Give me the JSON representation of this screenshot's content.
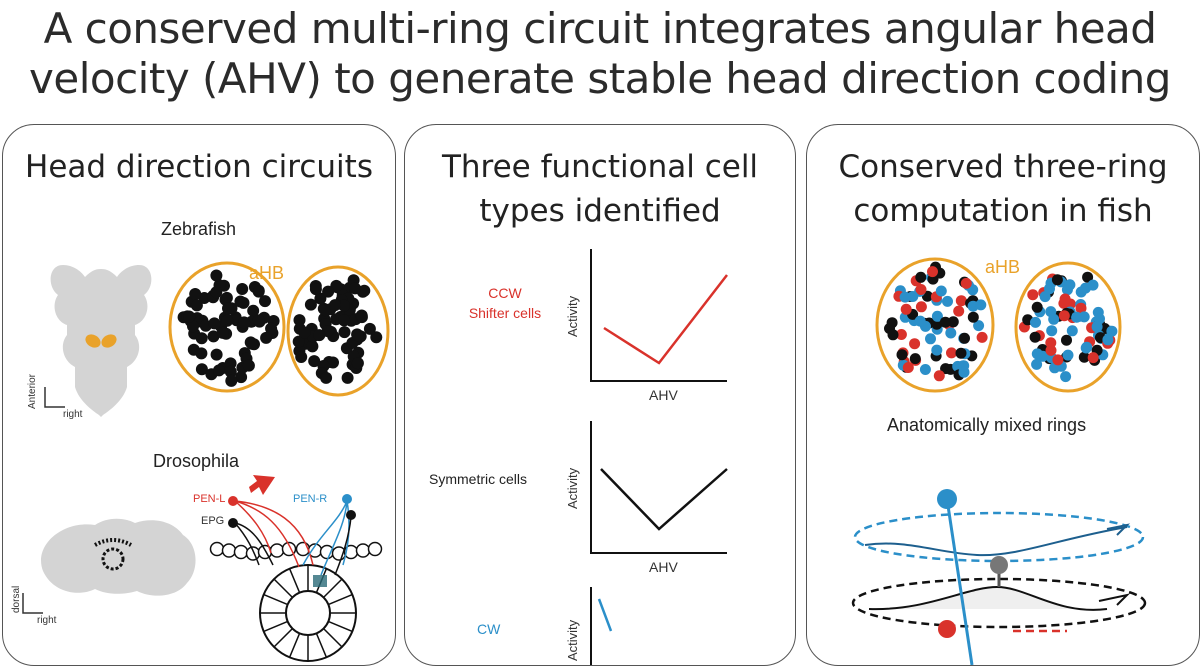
{
  "title": {
    "line1": "A conserved multi-ring circuit integrates angular head",
    "line2": "velocity (AHV) to generate stable head direction coding"
  },
  "panels": [
    {
      "title": "Head direction circuits",
      "zebrafish_label": "Zebrafish",
      "ahb_label": "aHB",
      "axis_anterior": "Anterior",
      "axis_right": "right",
      "drosophila_label": "Drosophila",
      "pen_l": "PEN-L",
      "pen_r": "PEN-R",
      "epg": "EPG",
      "axis_dorsal": "dorsal",
      "axis_right2": "right"
    },
    {
      "title_line1": "Three functional cell",
      "title_line2": "types identified",
      "cell_types": [
        {
          "label_line1": "CCW",
          "label_line2": "Shifter cells",
          "color": "#d9322b",
          "ylabel": "Activity",
          "xlabel": "AHV"
        },
        {
          "label_line1": "Symmetric cells",
          "label_line2": "",
          "color": "#111111",
          "ylabel": "Activity",
          "xlabel": "AHV"
        },
        {
          "label_line1": "CW",
          "label_line2": "",
          "color": "#2b8fc9",
          "ylabel": "Activity",
          "xlabel": ""
        }
      ]
    },
    {
      "title_line1": "Conserved three-ring",
      "title_line2": "computation in fish",
      "ahb_label": "aHB",
      "mixed_label": "Anatomically mixed rings"
    }
  ],
  "colors": {
    "orange": "#e9a22a",
    "red": "#d9322b",
    "blue": "#2b8fc9",
    "black": "#111111",
    "gray": "#d4d4d4"
  }
}
